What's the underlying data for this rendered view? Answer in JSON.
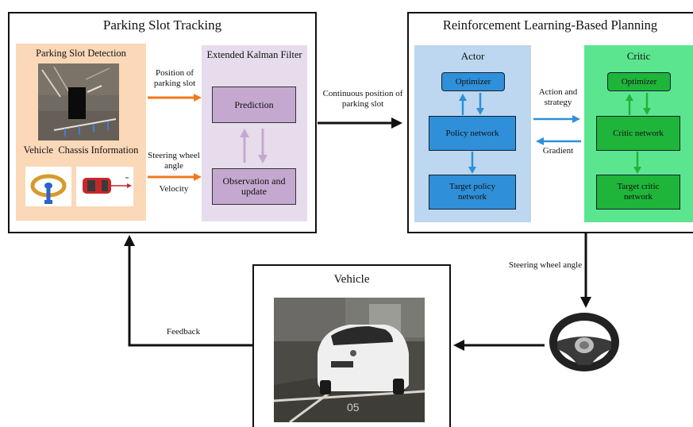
{
  "tracking": {
    "title": "Parking Slot Tracking",
    "detection_label": "Parking Slot Detection",
    "chassis_label": "Vehicle  Chassis Information",
    "ekf_title": "Extended Kalman Filter",
    "prediction": "Prediction",
    "observation": "Observation and update",
    "position_label": "Position of parking slot",
    "steering_label": "Steering wheel angle",
    "velocity_label": "Velocity"
  },
  "link": {
    "continuous_label": "Continuous position of parking slot"
  },
  "rl": {
    "title": "Reinforcement Learning-Based Planning",
    "actor": {
      "title": "Actor",
      "optimizer": "Optimizer",
      "policy": "Policy network",
      "target": "Target policy network"
    },
    "critic": {
      "title": "Critic",
      "optimizer": "Optimizer",
      "network": "Critic network",
      "target": "Target critic network"
    },
    "action_label": "Action and strategy",
    "gradient_label": "Gradient"
  },
  "vehicle": {
    "title": "Vehicle",
    "plate_text": "05"
  },
  "feedback_label": "Feedback",
  "steering_output_label": "Steering wheel angle",
  "colors": {
    "orange_panel": "#fbd8b8",
    "purple_panel": "#e6dcec",
    "purple_box": "#c5a8d0",
    "actor_panel": "#bcd7ef",
    "actor_box": "#2f8fd8",
    "critic_panel": "#5ce58f",
    "critic_box": "#1fb43a",
    "orange_arrow": "#f07a1a",
    "blue_arrow": "#2f8fd8",
    "green_arrow": "#1fb43a"
  }
}
